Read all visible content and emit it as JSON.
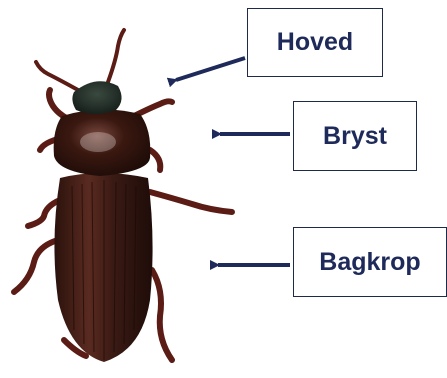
{
  "labels": {
    "head": "Hoved",
    "thorax": "Bryst",
    "abdomen": "Bagkrop"
  },
  "colors": {
    "arrow": "#1e2a5a",
    "label_text": "#1e2a5a",
    "box_border": "#1e2a4a",
    "beetle_body": "#2a1410",
    "beetle_legs": "#5a1c14"
  },
  "illustration": "beetle-photo"
}
